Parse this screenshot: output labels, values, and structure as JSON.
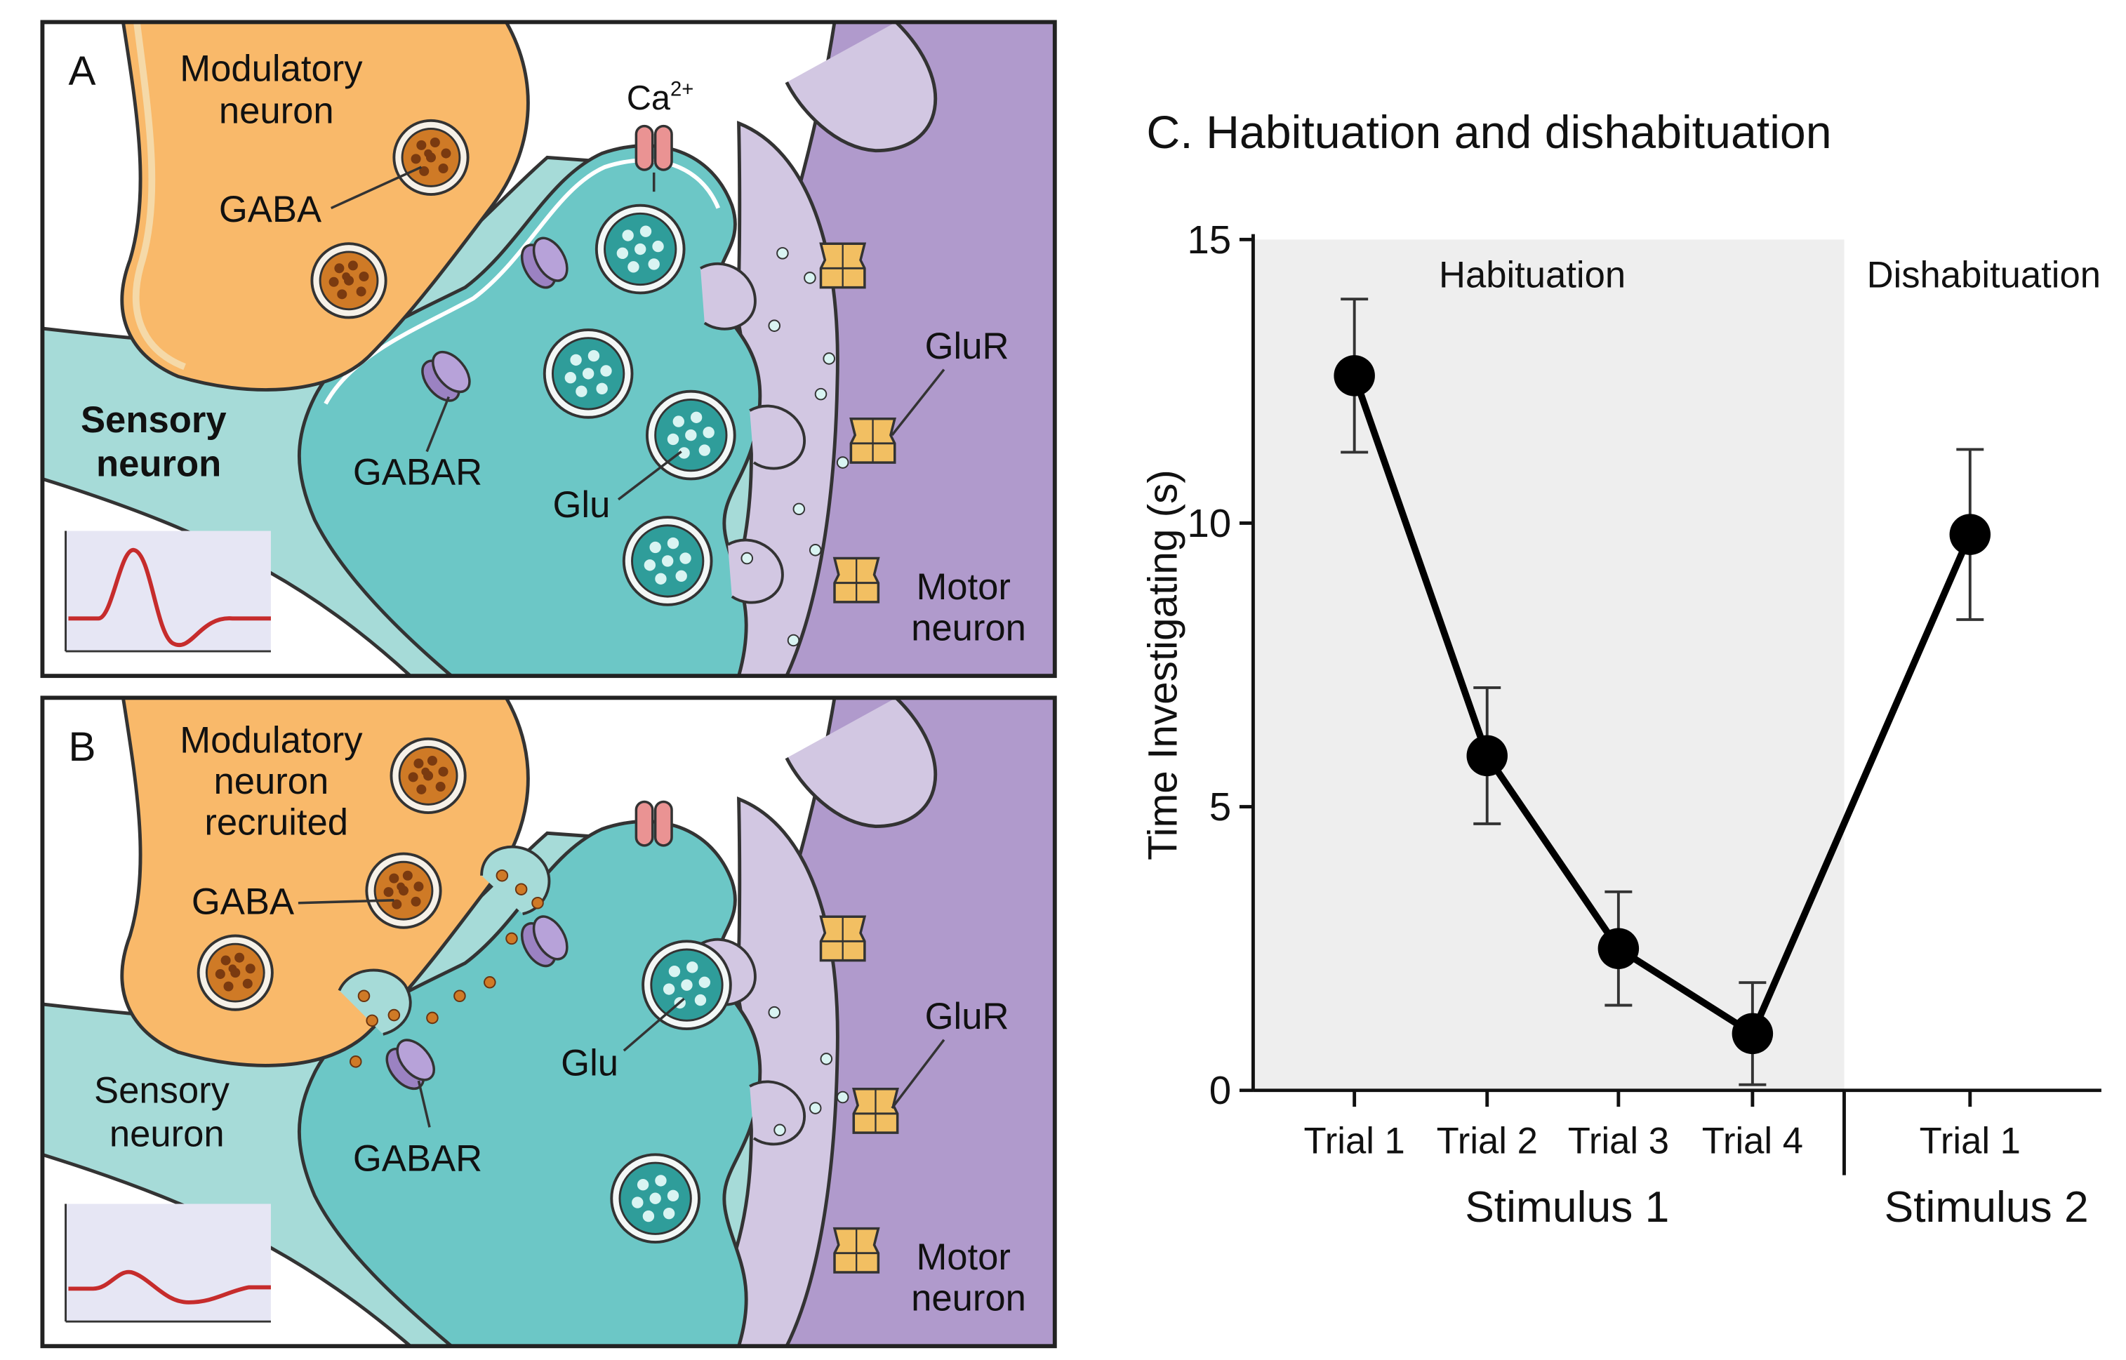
{
  "panel_a": {
    "letter": "A",
    "modulatory_neuron": [
      "Modulatory",
      "neuron"
    ],
    "sensory_neuron": [
      "Sensory",
      "neuron"
    ],
    "motor_neuron": [
      "Motor",
      "neuron"
    ],
    "gaba": "GABA",
    "gabar": "GABAR",
    "glu": "Glu",
    "glur": "GluR",
    "calcium": "Ca",
    "calcium_charge": "2+"
  },
  "panel_b": {
    "letter": "B",
    "modulatory_neuron": [
      "Modulatory",
      "neuron",
      "recruited"
    ],
    "sensory_neuron": [
      "Sensory",
      "neuron"
    ],
    "motor_neuron": [
      "Motor",
      "neuron"
    ],
    "gaba": "GABA",
    "gabar": "GABAR",
    "glu": "Glu",
    "glur": "GluR"
  },
  "colors": {
    "modulatory": "#F9B96A",
    "sensory": "#A6DBD8",
    "terminal": "#6CC7C6",
    "motor": "#B09ACC",
    "motor_light": "#D2C7E2",
    "gaba_vesicle": "#CF7A26",
    "receptor_purple": "#9B82C2",
    "receptor_orange": "#F2BF62",
    "calcium_channel": "#EA9393",
    "trace_red": "#C62C2C",
    "trace_bg": "#E6E6F4"
  },
  "chart_data": {
    "type": "line",
    "title": "C. Habituation and dishabituation",
    "xlabel": "",
    "ylabel": "Time Investigating (s)",
    "ylim": [
      0,
      15
    ],
    "yticks": [
      "0",
      "5",
      "10",
      "15"
    ],
    "categories": [
      "Trial 1",
      "Trial 2",
      "Trial 3",
      "Trial 4",
      "Trial 1"
    ],
    "groups": [
      {
        "label": "Stimulus 1",
        "categories": [
          0,
          1,
          2,
          3
        ]
      },
      {
        "label": "Stimulus 2",
        "categories": [
          4
        ]
      }
    ],
    "regions": [
      {
        "label": "Habituation",
        "shaded": true
      },
      {
        "label": "Dishabituation",
        "shaded": false
      }
    ],
    "series": [
      {
        "values": [
          12.6,
          5.9,
          2.5,
          1.0,
          9.8
        ],
        "error": [
          1.35,
          1.2,
          1.0,
          0.9,
          1.5
        ]
      }
    ],
    "grid": false,
    "legend": "none"
  }
}
